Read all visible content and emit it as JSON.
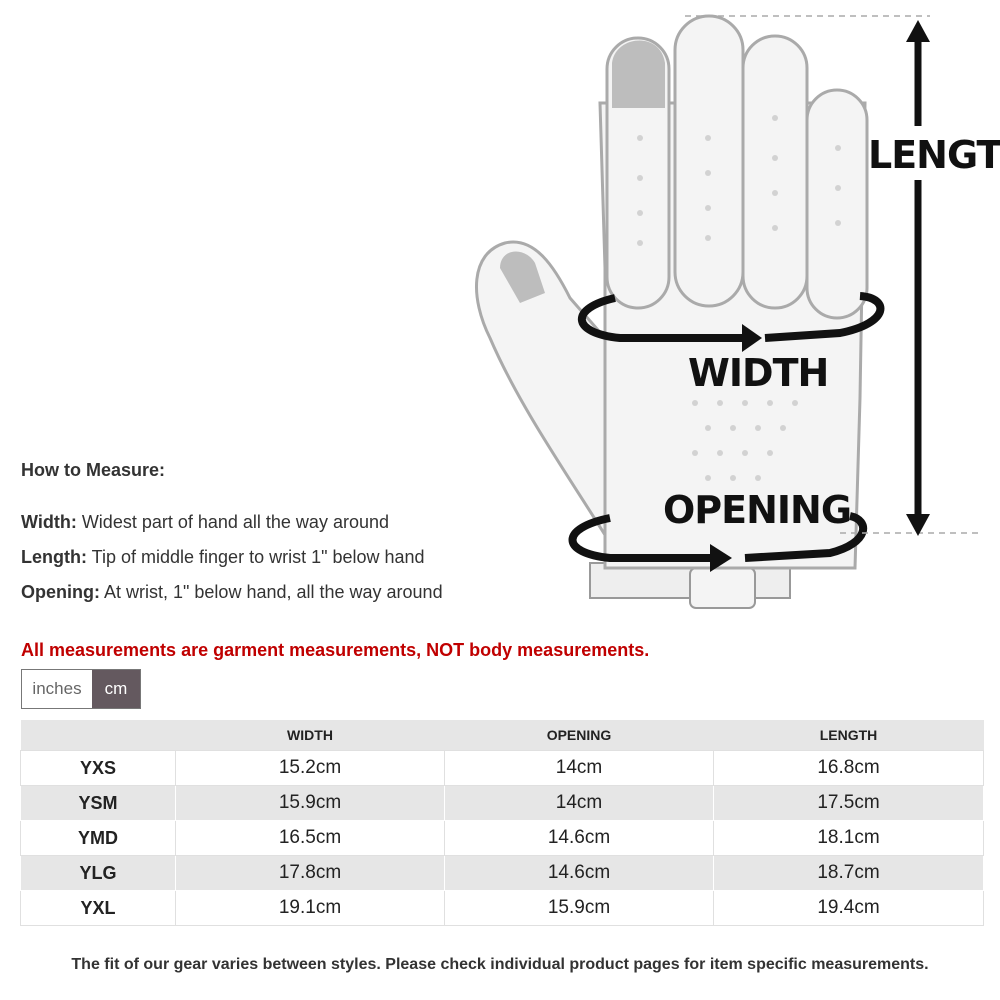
{
  "diagram": {
    "length_label": "LENGTH",
    "width_label": "WIDTH",
    "opening_label": "OPENING"
  },
  "measure": {
    "title": "How to Measure:",
    "width_term": "Width:",
    "width_desc": " Widest part of hand all the way around",
    "length_term": "Length:",
    "length_desc": " Tip of middle finger to wrist 1\" below hand",
    "opening_term": "Opening:",
    "opening_desc": " At wrist, 1\" below hand, all the way around"
  },
  "warning": "All measurements are garment measurements, NOT body measurements.",
  "units": {
    "inches_label": "inches",
    "cm_label": "cm",
    "selected": "cm"
  },
  "table": {
    "headers": [
      "",
      "WIDTH",
      "OPENING",
      "LENGTH"
    ],
    "rows": [
      {
        "size": "YXS",
        "width": "15.2cm",
        "opening": "14cm",
        "length": "16.8cm"
      },
      {
        "size": "YSM",
        "width": "15.9cm",
        "opening": "14cm",
        "length": "17.5cm"
      },
      {
        "size": "YMD",
        "width": "16.5cm",
        "opening": "14.6cm",
        "length": "18.1cm"
      },
      {
        "size": "YLG",
        "width": "17.8cm",
        "opening": "14.6cm",
        "length": "18.7cm"
      },
      {
        "size": "YXL",
        "width": "19.1cm",
        "opening": "15.9cm",
        "length": "19.4cm"
      }
    ]
  },
  "footer": "The fit of our gear varies between styles. Please check individual product pages for item specific measurements.",
  "colors": {
    "warning": "#c00000",
    "toggle_active": "#64595f",
    "row_alt": "#e6e6e6"
  }
}
